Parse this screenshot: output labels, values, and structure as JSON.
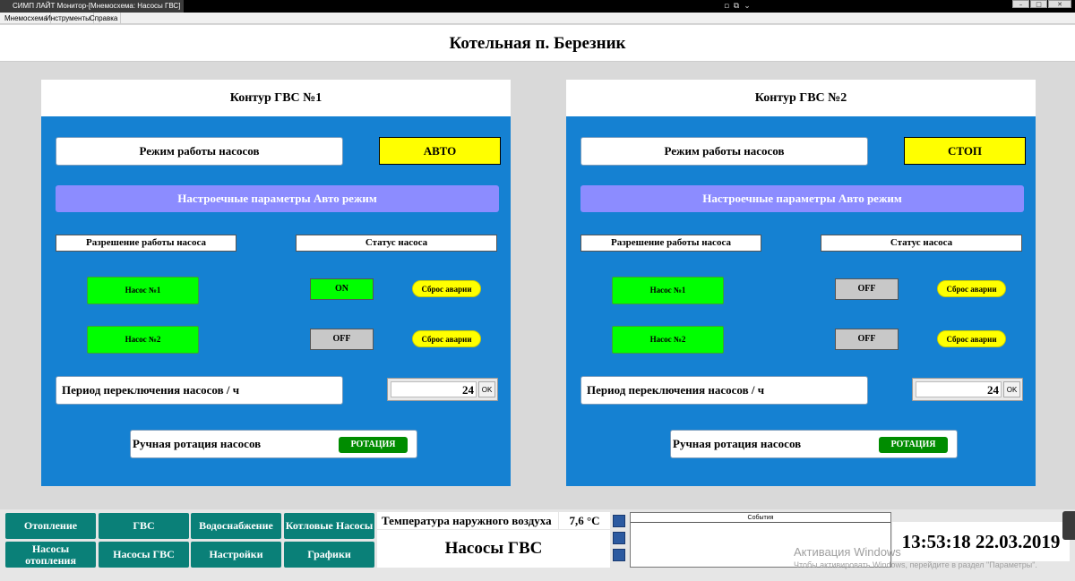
{
  "window": {
    "title": "СИМП ЛАЙТ Монитор-[Мнемосхема: Насосы ГВС]"
  },
  "menu": [
    "Мнемосхема",
    "Инструменты",
    "Справка"
  ],
  "header": {
    "title": "Котельная п. Березник"
  },
  "panels": [
    {
      "title": "Контур ГВС №1",
      "mode_label": "Режим работы насосов",
      "mode_value": "АВТО",
      "params_label": "Настроечные параметры Авто режим",
      "permission_header": "Разрешение работы насоса",
      "status_header": "Статус насоса",
      "pumps": [
        {
          "name": "Насос №1",
          "status": "ON",
          "reset": "Сброс аварии"
        },
        {
          "name": "Насос №2",
          "status": "OFF",
          "reset": "Сброс аварии"
        }
      ],
      "period_label": "Период переключения насосов / ч",
      "period_value": "24",
      "ok_label": "OK",
      "rotation_label": "Ручная ротация насосов",
      "rotation_button": "РОТАЦИЯ"
    },
    {
      "title": "Контур ГВС №2",
      "mode_label": "Режим работы насосов",
      "mode_value": "СТОП",
      "params_label": "Настроечные параметры Авто режим",
      "permission_header": "Разрешение работы насоса",
      "status_header": "Статус насоса",
      "pumps": [
        {
          "name": "Насос №1",
          "status": "OFF",
          "reset": "Сброс аварии"
        },
        {
          "name": "Насос №2",
          "status": "OFF",
          "reset": "Сброс аварии"
        }
      ],
      "period_label": "Период переключения насосов / ч",
      "period_value": "24",
      "ok_label": "OK",
      "rotation_label": "Ручная ротация насосов",
      "rotation_button": "РОТАЦИЯ"
    }
  ],
  "nav": {
    "row1": [
      "Отопление",
      "ГВС",
      "Водоснабжение",
      "Котловые Насосы"
    ],
    "row2": [
      "Насосы отопления",
      "Насосы ГВС",
      "Настройки",
      "Графики"
    ]
  },
  "status_bar": {
    "temp_label": "Температура наружного воздуха",
    "temp_value": "7,6 °C",
    "screen_name": "Насосы ГВС",
    "events_label": "События",
    "clock": "13:53:18 22.03.2019"
  },
  "watermark": {
    "line1": "Активация Windows",
    "line2": "Чтобы активировать Windows, перейдите в раздел \"Параметры\"."
  },
  "colors": {
    "panel_bg": "#1581d2",
    "nav_button": "#0a8078",
    "status_on": "#00ff00",
    "status_off": "#c8c8c8",
    "mode_box": "#ffff00",
    "params_bar": "#8c8cff",
    "rotate_button": "#008c00"
  }
}
